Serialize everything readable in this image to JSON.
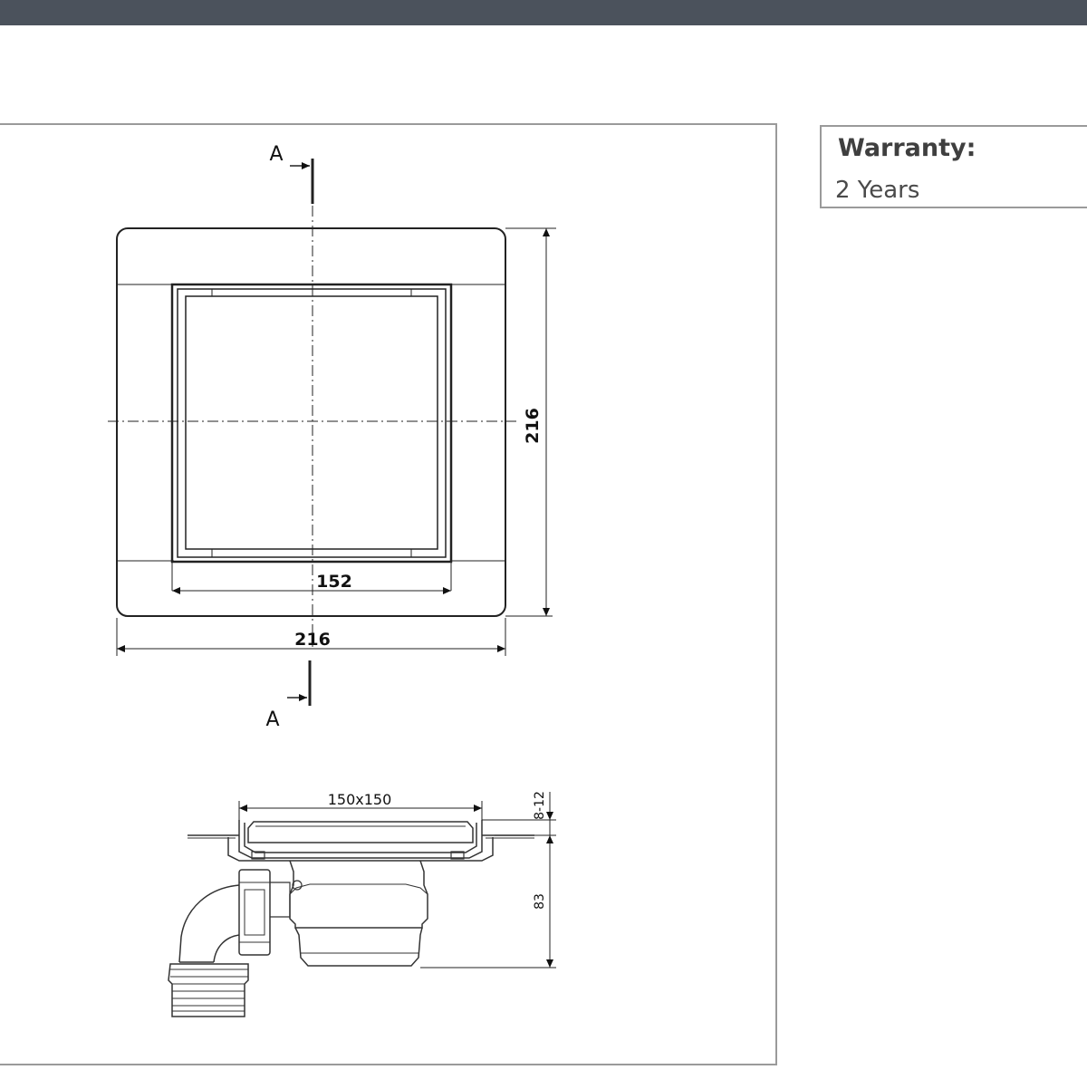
{
  "warranty": {
    "label": "Warranty:",
    "value": "2 Years"
  },
  "drawing": {
    "plan_view": {
      "section_marker_top": "A",
      "section_marker_bottom": "A",
      "outer_width": "216",
      "outer_height": "216",
      "inner_width": "152"
    },
    "section_view": {
      "grate_size": "150x150",
      "grate_height": "8-12",
      "body_height": "83"
    }
  }
}
